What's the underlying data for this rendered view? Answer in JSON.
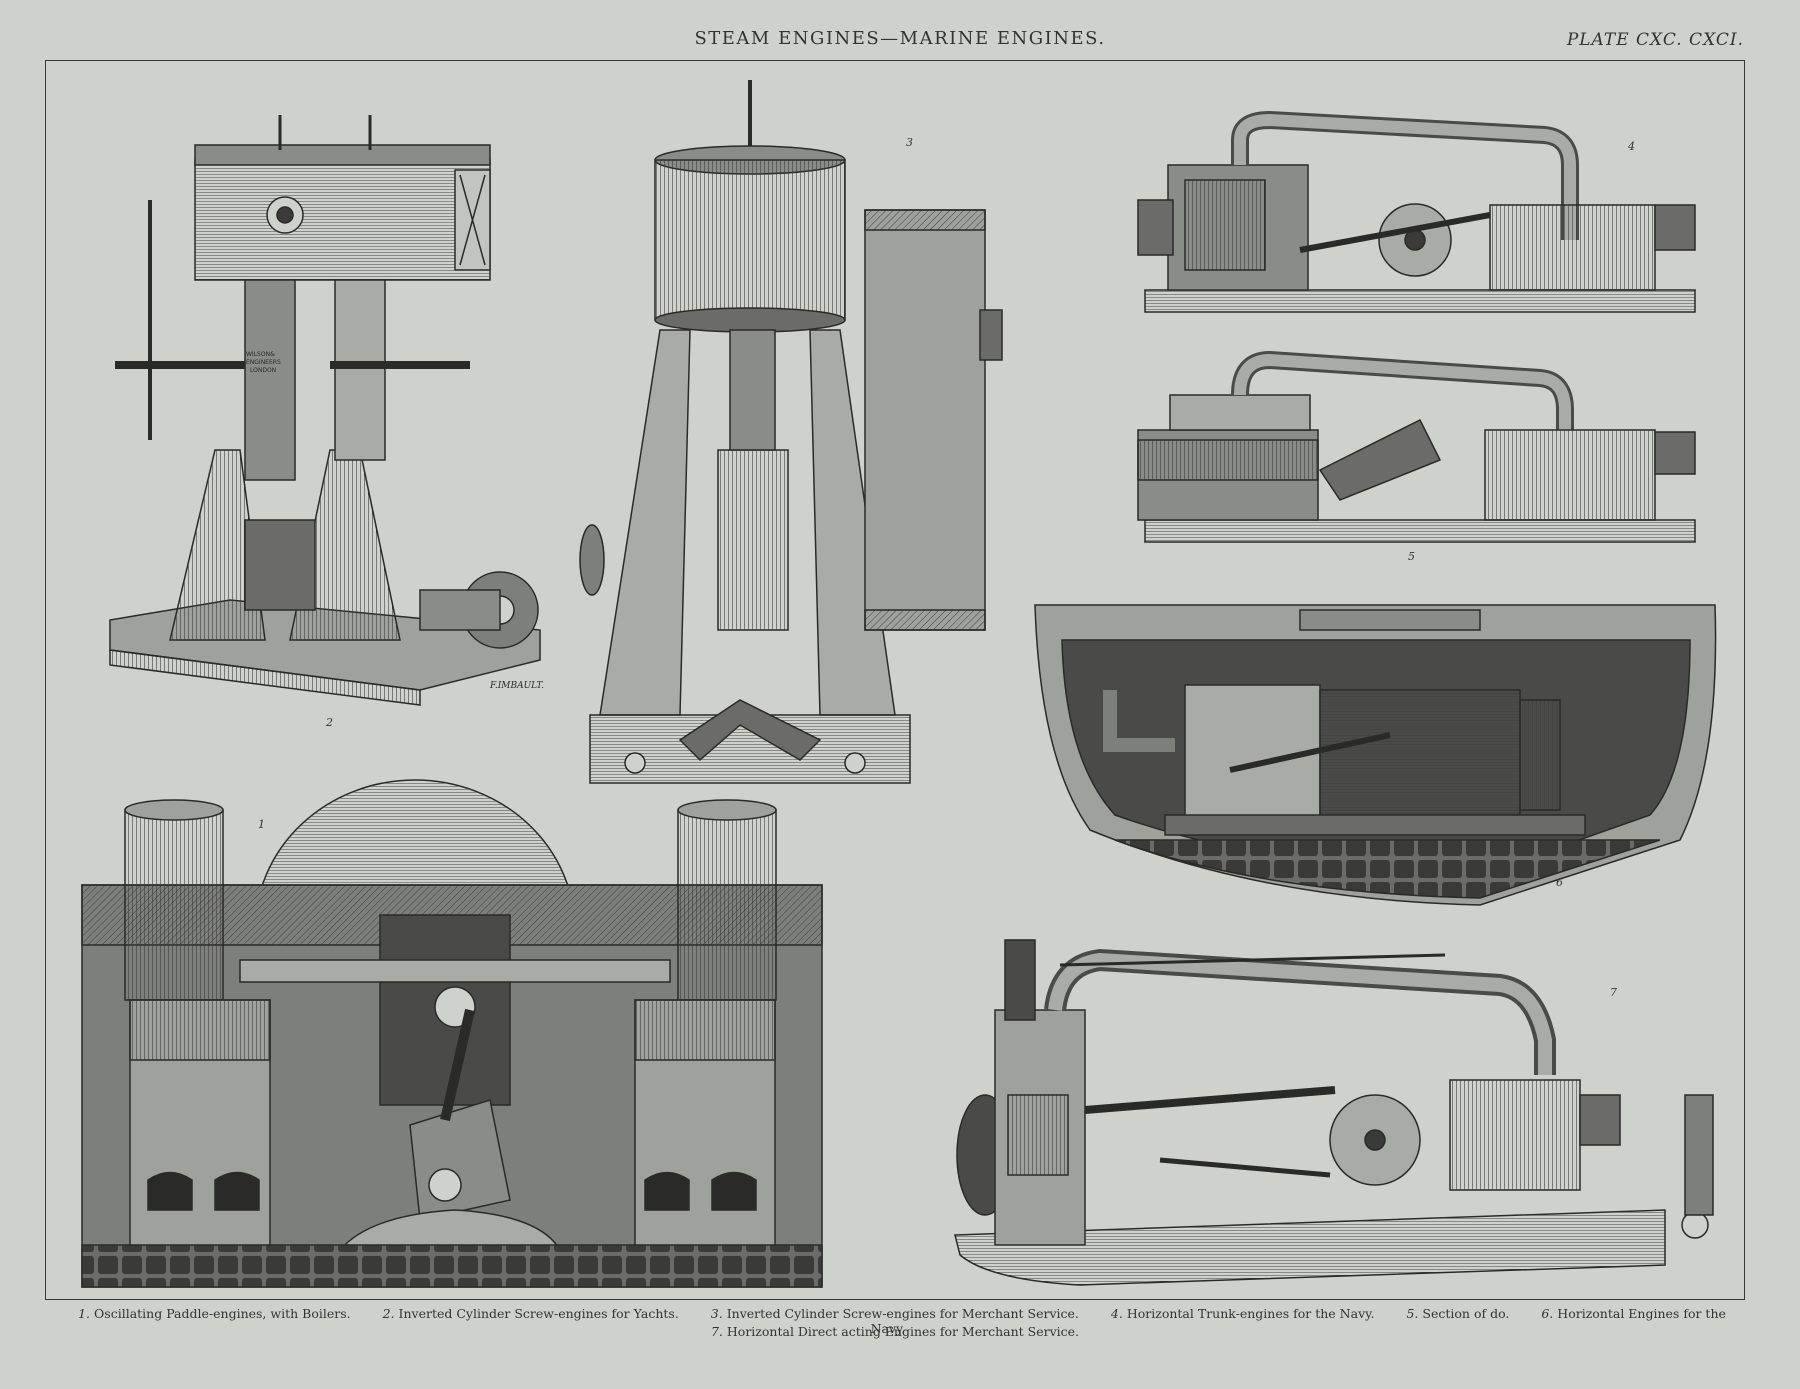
{
  "header": {
    "title": "STEAM ENGINES—MARINE ENGINES.",
    "plate": "PLATE CXC. CXCI."
  },
  "figures": {
    "n1": "1",
    "n2": "2",
    "n3": "3",
    "n4": "4",
    "n5": "5",
    "n6": "6",
    "n7": "7"
  },
  "engraving_text": {
    "maker_plate": [
      "WILSON&",
      "ENGINEERS",
      "LONDON"
    ],
    "engraver_signature": "F.IMBAULT."
  },
  "captions": {
    "line1": [
      {
        "num": "1.",
        "text": "Oscillating Paddle-engines, with Boilers."
      },
      {
        "num": "2.",
        "text": "Inverted Cylinder Screw-engines for Yachts."
      },
      {
        "num": "3.",
        "text": "Inverted Cylinder Screw-engines for Merchant Service."
      },
      {
        "num": "4.",
        "text": "Horizontal Trunk-engines for the Navy."
      },
      {
        "num": "5.",
        "text": "Section of do."
      },
      {
        "num": "6.",
        "text": "Horizontal Engines for the Navy."
      }
    ],
    "line2": [
      {
        "num": "7.",
        "text": "Horizontal Direct acting Engines for Merchant Service."
      }
    ]
  },
  "colors": {
    "paper": "#cfd1cd",
    "ink": "#2a2a28",
    "shade_dark": "#4a4b48",
    "shade_mid": "#7d7f7b",
    "shade_light": "#a9aba7"
  }
}
